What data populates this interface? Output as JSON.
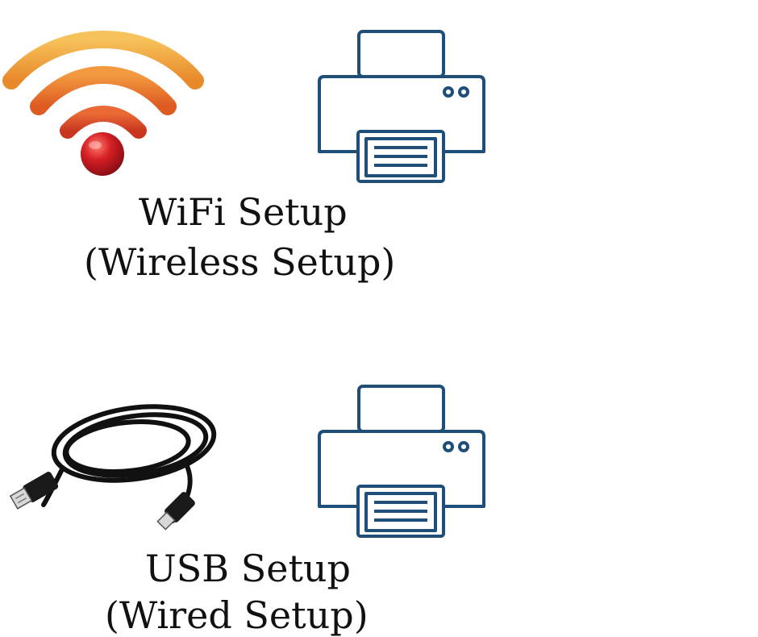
{
  "options": {
    "wifi": {
      "title": "WiFi Setup",
      "subtitle": "(Wireless Setup)",
      "icon": "wifi-icon",
      "device_icon": "printer-icon"
    },
    "usb": {
      "title": "USB Setup",
      "subtitle": "(Wired Setup)",
      "icon": "usb-cable-icon",
      "device_icon": "printer-icon"
    }
  },
  "colors": {
    "printer_stroke": "#1f4e79",
    "wifi_outer": "#f0a030",
    "wifi_mid": "#e8702a",
    "wifi_inner": "#d9482a",
    "wifi_dot": "#c81e24",
    "cable": "#111111",
    "text": "#111111",
    "background": "#ffffff"
  }
}
